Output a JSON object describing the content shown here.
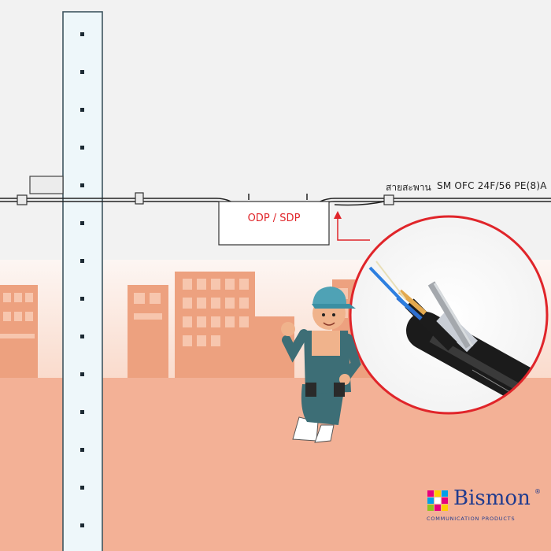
{
  "labels": {
    "odp_sdp": "ODP / SDP",
    "cable_th": "สายสะพาน",
    "cable_spec": "SM OFC 24F/56 PE(8)A"
  },
  "brand": {
    "name": "Bismon",
    "registered_mark": "®",
    "tagline": "COMMUNICATION PRODUCTS"
  },
  "colors": {
    "ground": "#f3b196",
    "buildings": "#eda17f",
    "callout_circle": "#e0252a",
    "odp_text": "#e0252a",
    "brand": "#1f3b8f"
  }
}
